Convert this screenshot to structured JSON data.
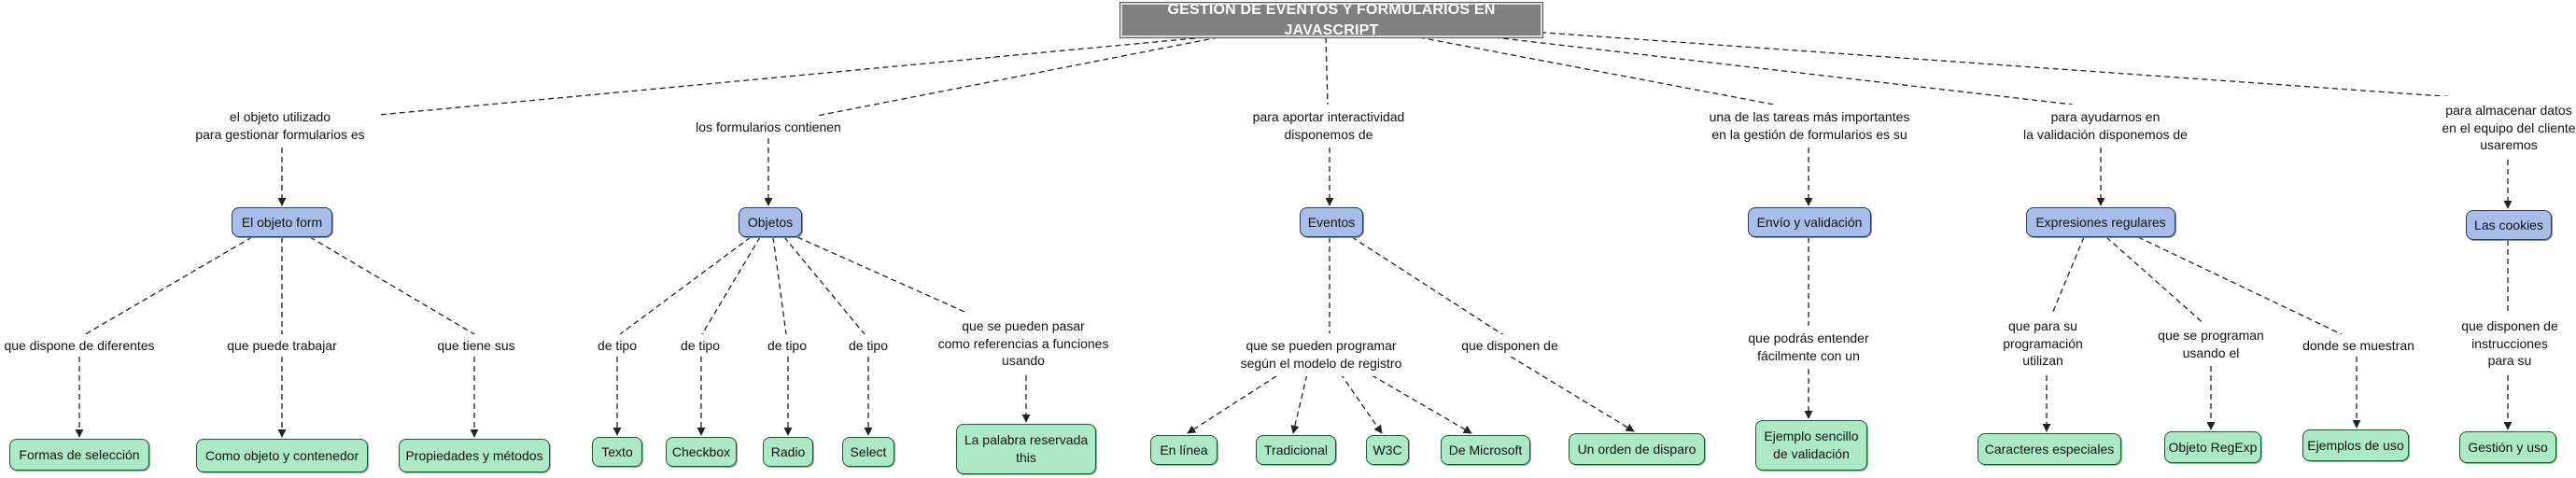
{
  "title": "GESTIÓN DE EVENTOS Y FORMULARIOS EN JAVASCRIPT",
  "labels": {
    "l_form": "el objeto utilizado\npara gestionar formularios es",
    "l_obj": "los formularios  contienen",
    "l_evt": "para aportar interactividad\ndisponemos de",
    "l_env": "una de las tareas más importantes\nen la gestión de formularios es su",
    "l_exp": "para ayudarnos en\nla validación disponemos de",
    "l_ck": "para almacenar datos\nen el equipo del cliente\nusaremos",
    "l_dif": "que dispone de diferentes",
    "l_trab": "que puede trabajar",
    "l_sus": "que tiene sus",
    "l_t1": "de tipo",
    "l_t2": "de tipo",
    "l_t3": "de tipo",
    "l_t4": "de tipo",
    "l_ref": "que se pueden pasar\ncomo referencias a funciones\nusando",
    "l_prog": "que se pueden programar\nsegún el modelo de registro",
    "l_disp": "que disponen de",
    "l_ent": "que podrás entender\nfácilmente con un",
    "l_suprog": "que para su\nprogramación\nutilizan",
    "l_usando": "que se programan\nusando el",
    "l_donde": "donde se muestran",
    "l_instr": "que disponen de\ninstrucciones\npara su"
  },
  "concepts": {
    "form": "El objeto form",
    "obj": "Objetos",
    "evt": "Eventos",
    "env": "Envío y validación",
    "exp": "Expresiones regulares",
    "ck": "Las cookies"
  },
  "leaves": {
    "f1": "Formas de selección",
    "f2": "Como objeto y contenedor",
    "f3": "Propiedades y métodos",
    "o1": "Texto",
    "o2": "Checkbox",
    "o3": "Radio",
    "o4": "Select",
    "o5": "La palabra reservada\nthis",
    "e1": "En línea",
    "e2": "Tradicional",
    "e3": "W3C",
    "e4": "De Microsoft",
    "e5": "Un orden de disparo",
    "v1": "Ejemplo sencillo\nde validación",
    "x1": "Caracteres especiales",
    "x2": "Objeto RegExp",
    "x3": "Ejemplos de uso",
    "c1": "Gestión y uso"
  },
  "colors": {
    "root_fill": "#808080",
    "concept_fill": "#a9bde8",
    "leaf_fill": "#aee9c7",
    "link": "#222222"
  }
}
